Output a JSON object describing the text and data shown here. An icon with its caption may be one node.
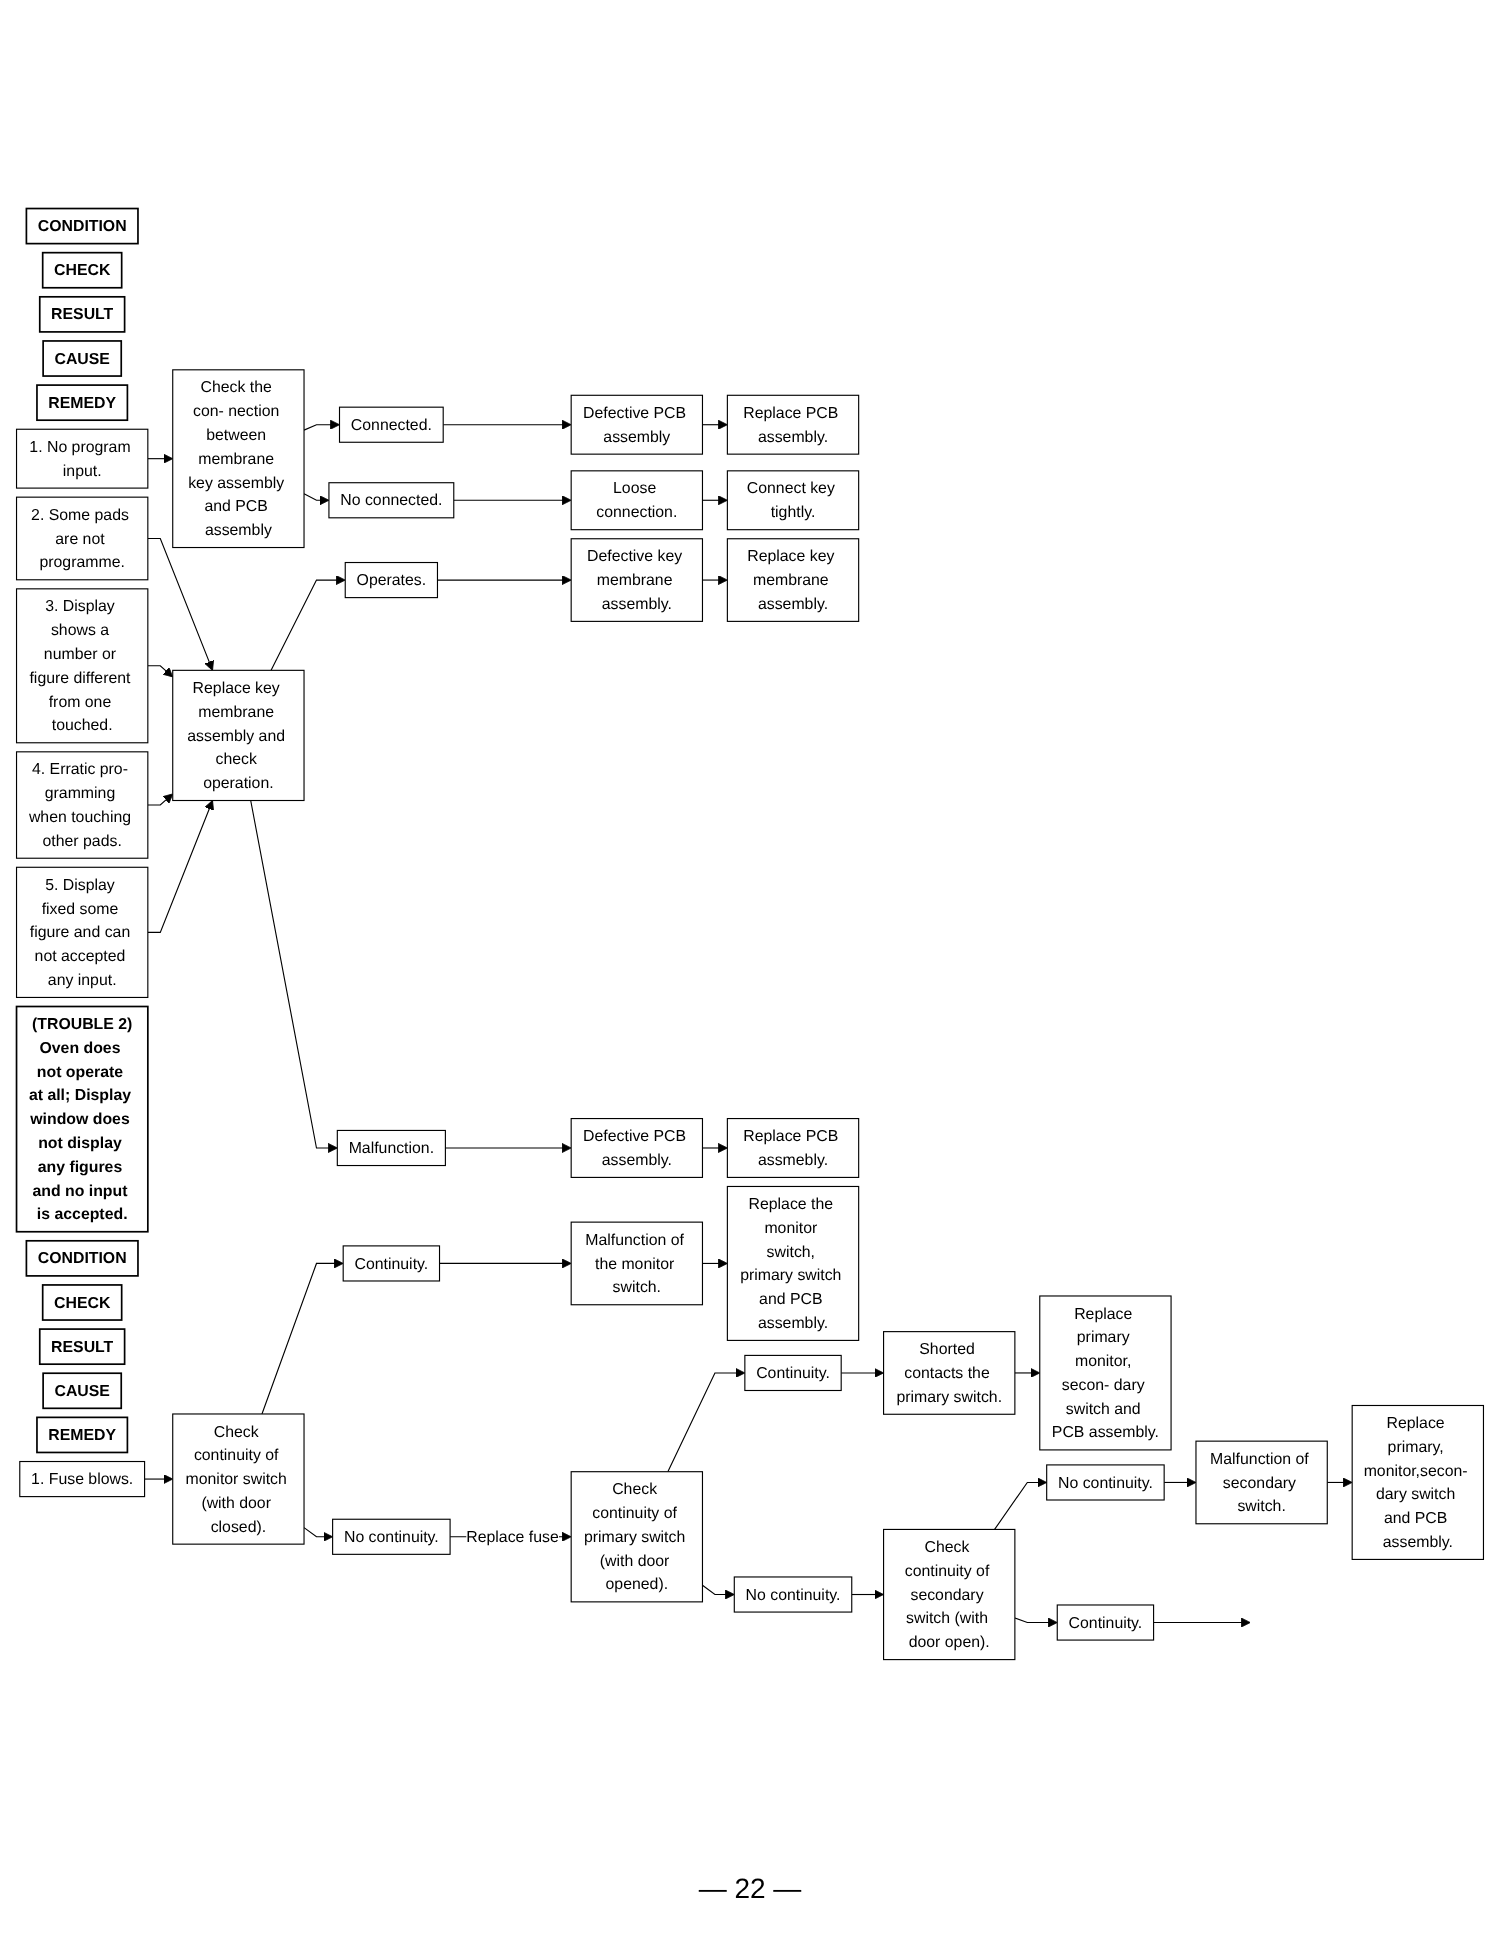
{
  "diagram": {
    "nodes": [
      {
        "text": [
          "CONDITION"
        ]
      },
      {
        "text": [
          "CHECK"
        ]
      },
      {
        "text": [
          "RESULT"
        ]
      },
      {
        "text": [
          "CAUSE"
        ]
      },
      {
        "text": [
          "REMEDY"
        ]
      },
      {
        "text": [
          "1. No program input."
        ]
      },
      {
        "text": [
          "Check the con- nection between membrane key assembly and PCB assembly"
        ]
      },
      {
        "text": [
          "Connected."
        ]
      },
      {
        "text": [
          "Defective PCB assembly"
        ]
      },
      {
        "text": [
          "Replace PCB assembly."
        ]
      },
      {
        "text": [
          "No connected."
        ]
      },
      {
        "text": [
          "Loose connection."
        ]
      },
      {
        "text": [
          "Connect key tightly."
        ]
      },
      {
        "text": [
          "2. Some pads are not programme."
        ]
      },
      {
        "text": [
          "Replace key membrane assembly and check operation."
        ]
      },
      {
        "text": [
          "Operates."
        ]
      },
      {
        "text": [
          "Defective key membrane assembly."
        ]
      },
      {
        "text": [
          "Replace key membrane assembly."
        ]
      },
      {
        "text": [
          "3. Display shows a number or figure different from one touched."
        ]
      },
      {
        "text": [
          "Malfunction."
        ]
      },
      {
        "text": [
          "Defective PCB assembly."
        ]
      },
      {
        "text": [
          "Replace PCB assmebly."
        ]
      },
      {
        "text": [
          "4. Erratic pro- gramming when touching other pads."
        ]
      },
      {
        "text": [
          "5. Display fixed some figure and can not accepted any input."
        ]
      },
      {
        "text": [
          "(TROUBLE 2)",
          "Oven does not operate at all; Display window does not display any figures and no input is accepted."
        ]
      },
      {
        "text": [
          "CONDITION"
        ]
      },
      {
        "text": [
          "CHECK"
        ]
      },
      {
        "text": [
          "RESULT"
        ]
      },
      {
        "text": [
          "CAUSE"
        ]
      },
      {
        "text": [
          "REMEDY"
        ]
      },
      {
        "text": [
          "1. Fuse blows."
        ]
      },
      {
        "text": [
          "Check continuity of monitor switch (with door closed)."
        ]
      },
      {
        "text": [
          "Continuity."
        ]
      },
      {
        "text": [
          "Malfunction of the monitor switch."
        ]
      },
      {
        "text": [
          "Replace the monitor switch, primary switch and PCB assembly."
        ]
      },
      {
        "text": [
          "No continuity."
        ]
      },
      {
        "text": [
          "Check continuity of primary switch (with door opened)."
        ]
      },
      {
        "text": [
          "Continuity."
        ]
      },
      {
        "text": [
          "Shorted contacts the primary switch."
        ]
      },
      {
        "text": [
          "Replace primary monitor, secon- dary switch and PCB assembly."
        ]
      },
      {
        "text": [
          "No continuity."
        ]
      },
      {
        "text": [
          "Check continuity of secondary switch (with door open)."
        ]
      },
      {
        "text": [
          "No continuity."
        ]
      },
      {
        "text": [
          "Malfunction of secondary switch."
        ]
      },
      {
        "text": [
          "Replace primary, monitor,secon- dary switch and PCB assembly."
        ]
      },
      {
        "text": [
          "Continuity."
        ]
      }
    ],
    "edges": [
      {
        "from": 5,
        "to": 6,
        "arrow": "to"
      },
      {
        "from": 6,
        "to": 7,
        "arrow": "to"
      },
      {
        "from": 6,
        "to": 10,
        "arrow": "to"
      },
      {
        "from": 7,
        "to": 8,
        "arrow": "to"
      },
      {
        "from": 8,
        "to": 9,
        "arrow": "to"
      },
      {
        "from": 10,
        "to": 11,
        "arrow": "to"
      },
      {
        "from": 11,
        "to": 12,
        "arrow": "to"
      },
      {
        "from": 13,
        "to": 14,
        "arrow": "to"
      },
      {
        "from": 18,
        "to": 14,
        "arrow": "to"
      },
      {
        "from": 22,
        "to": 14,
        "arrow": "to"
      },
      {
        "from": 23,
        "to": 14,
        "arrow": "to"
      },
      {
        "from": 14,
        "to": 15,
        "arrow": "to"
      },
      {
        "from": 14,
        "to": 19,
        "arrow": "to"
      },
      {
        "from": 15,
        "to": 16,
        "arrow": "to"
      },
      {
        "from": 16,
        "to": 17,
        "arrow": "to"
      },
      {
        "from": 19,
        "to": 20,
        "arrow": "to"
      },
      {
        "from": 20,
        "to": 21,
        "arrow": "to"
      },
      {
        "from": 30,
        "to": 31,
        "arrow": "to"
      },
      {
        "from": 31,
        "to": 32,
        "arrow": "to"
      },
      {
        "from": 31,
        "to": 35,
        "arrow": "to"
      },
      {
        "from": 32,
        "to": 33,
        "arrow": "to"
      },
      {
        "from": 33,
        "to": 34,
        "arrow": "to"
      },
      {
        "from": 35,
        "to": 36,
        "arrow": "to",
        "label": "Replace fuse"
      },
      {
        "from": 36,
        "to": 37,
        "arrow": "to"
      },
      {
        "from": 36,
        "to": 40,
        "arrow": "to"
      },
      {
        "from": 37,
        "to": 38,
        "arrow": "to"
      },
      {
        "from": 38,
        "to": 39,
        "arrow": "to"
      },
      {
        "from": 40,
        "to": 41,
        "arrow": "to"
      },
      {
        "from": 41,
        "to": 42,
        "arrow": "to"
      },
      {
        "from": 41,
        "to": 45,
        "arrow": "to"
      },
      {
        "from": 42,
        "to": 43,
        "arrow": "to"
      },
      {
        "from": 43,
        "to": 44,
        "arrow": "to"
      },
      {
        "from": 45,
        "to": null,
        "arrow": "to"
      }
    ],
    "labels": [
      "— 22 —"
    ]
  }
}
